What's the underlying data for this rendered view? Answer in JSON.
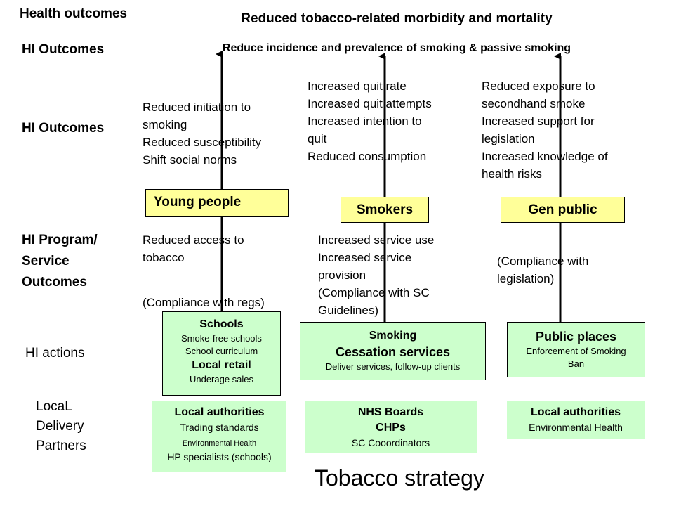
{
  "row_labels": {
    "health_outcomes": "Health outcomes",
    "hi_outcomes_top": "HI Outcomes",
    "hi_outcomes_mid": "HI Outcomes",
    "hi_program": [
      "HI Program/",
      "Service",
      "Outcomes"
    ],
    "hi_actions": "HI actions",
    "local_delivery": [
      "LocaL",
      "Delivery",
      "Partners"
    ]
  },
  "headline": "Reduced tobacco-related morbidity and mortality",
  "subheadline": "Reduce incidence and prevalence of smoking & passive smoking",
  "columns": [
    {
      "outcomes": [
        "Reduced initiation to",
        "smoking",
        "Reduced susceptibility",
        "Shift social norms"
      ],
      "target": "Young people",
      "program": [
        "Reduced access to",
        "tobacco"
      ],
      "compliance": "(Compliance with regs)",
      "action": {
        "title": "Schools",
        "lines": [
          "Smoke-free schools",
          "School curriculum"
        ],
        "title2": "Local retail",
        "lines2": [
          "Underage sales"
        ]
      },
      "partner": {
        "title": "Local authorities",
        "lines": [
          "Trading standards",
          "Environmental Health",
          "HP specialists (schools)"
        ]
      }
    },
    {
      "outcomes": [
        "Increased quit rate",
        "Increased quit attempts",
        "Increased intention to",
        "quit",
        "Reduced consumption"
      ],
      "target": "Smokers",
      "program": [
        "Increased service use",
        "Increased service",
        "provision",
        "(Compliance with SC",
        "Guidelines)"
      ],
      "action": {
        "title": "Smoking",
        "title2": "Cessation services",
        "lines": [
          "Deliver services, follow-up clients"
        ]
      },
      "partner": {
        "title": "NHS Boards",
        "title2": "CHPs",
        "lines": [
          "SC Cooordinators"
        ]
      }
    },
    {
      "outcomes": [
        "Reduced exposure to",
        "secondhand smoke",
        "Increased support for",
        "legislation",
        "Increased knowledge of",
        "health risks"
      ],
      "target": "Gen public",
      "program": [
        "(Compliance with",
        "legislation)"
      ],
      "action": {
        "title": "Public places",
        "lines": [
          "Enforcement of Smoking",
          "Ban"
        ]
      },
      "partner": {
        "title": "Local authorities",
        "lines": [
          "Environmental Health"
        ]
      }
    }
  ],
  "footer_title": "Tobacco strategy",
  "colors": {
    "target_fill": "#ffff99",
    "box_fill": "#ccffcc",
    "arrow": "#000000"
  }
}
